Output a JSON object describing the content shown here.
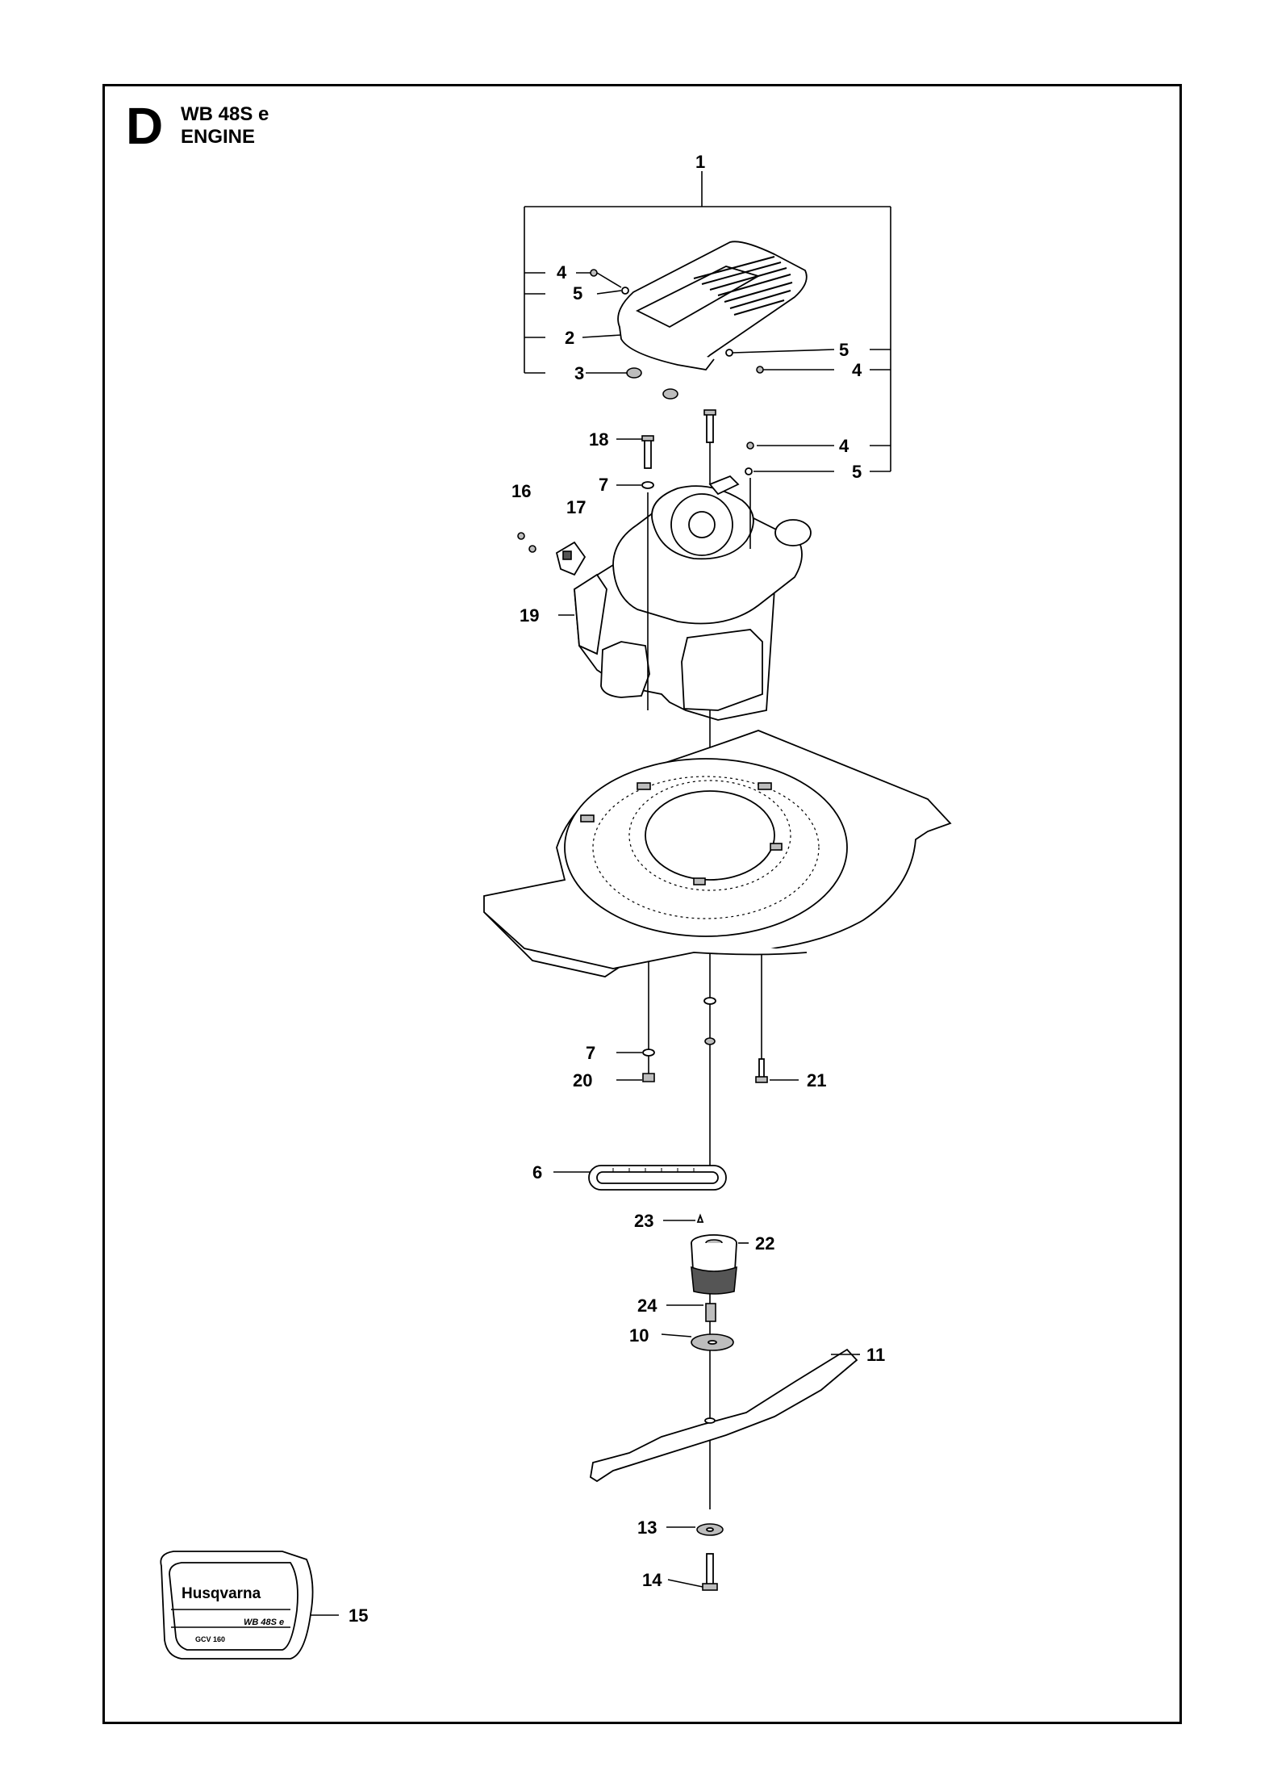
{
  "header": {
    "section_letter": "D",
    "model": "WB 48S e",
    "section": "ENGINE"
  },
  "callouts": [
    {
      "id": "c1",
      "label": "1"
    },
    {
      "id": "c4a",
      "label": "4"
    },
    {
      "id": "c5a",
      "label": "5"
    },
    {
      "id": "c2",
      "label": "2"
    },
    {
      "id": "c3",
      "label": "3"
    },
    {
      "id": "c5b",
      "label": "5"
    },
    {
      "id": "c4b",
      "label": "4"
    },
    {
      "id": "c18",
      "label": "18"
    },
    {
      "id": "c4c",
      "label": "4"
    },
    {
      "id": "c5c",
      "label": "5"
    },
    {
      "id": "c7a",
      "label": "7"
    },
    {
      "id": "c16",
      "label": "16"
    },
    {
      "id": "c17",
      "label": "17"
    },
    {
      "id": "c19",
      "label": "19"
    },
    {
      "id": "c7b",
      "label": "7"
    },
    {
      "id": "c20",
      "label": "20"
    },
    {
      "id": "c21",
      "label": "21"
    },
    {
      "id": "c6",
      "label": "6"
    },
    {
      "id": "c23",
      "label": "23"
    },
    {
      "id": "c22",
      "label": "22"
    },
    {
      "id": "c24",
      "label": "24"
    },
    {
      "id": "c10",
      "label": "10"
    },
    {
      "id": "c11",
      "label": "11"
    },
    {
      "id": "c13",
      "label": "13"
    },
    {
      "id": "c14",
      "label": "14"
    },
    {
      "id": "c15",
      "label": "15"
    }
  ],
  "decal": {
    "brand": "Husqvarna",
    "model": "WB 48S e",
    "engine": "GCV 160"
  }
}
